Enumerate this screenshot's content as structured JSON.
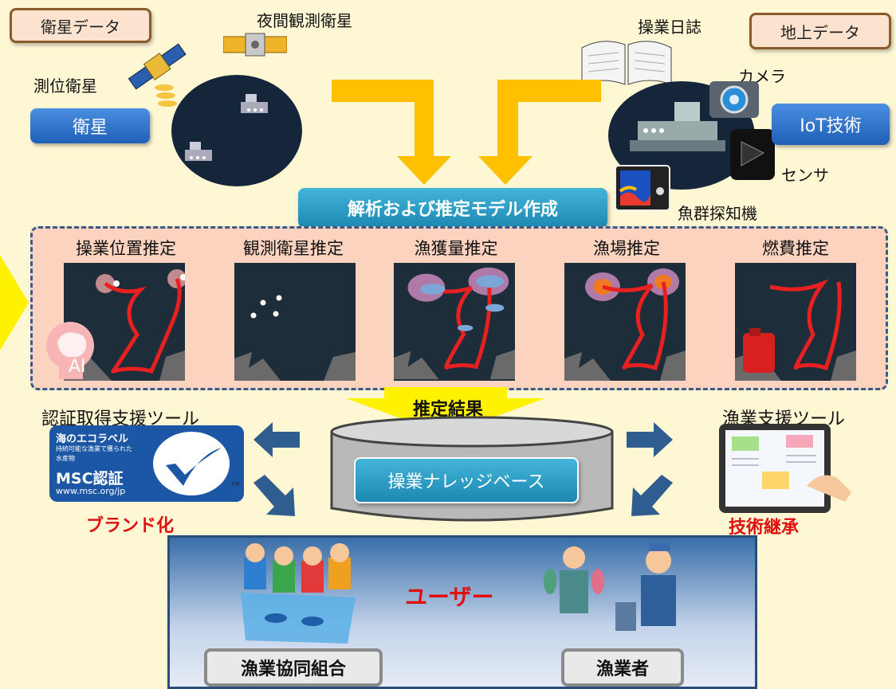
{
  "tags": {
    "satellite_data": "衛星データ",
    "ground_data": "地上データ"
  },
  "labels": {
    "night_sat": "夜間観測衛星",
    "positioning_sat": "測位衛星",
    "logbook": "操業日誌",
    "camera": "カメラ",
    "sensor": "センサ",
    "fish_finder": "魚群探知機",
    "cert_tool": "認証取得支援ツール",
    "fishing_tool": "漁業支援ツール",
    "ai": "AI"
  },
  "buttons": {
    "satellite": "衛星",
    "iot": "IoT技術",
    "analysis": "解析および推定モデル作成",
    "knowledge_base": "操業ナレッジベース",
    "coop": "漁業協同組合",
    "fisherman": "漁業者"
  },
  "estimates": [
    {
      "title": "操業位置推定"
    },
    {
      "title": "観測衛星推定"
    },
    {
      "title": "漁獲量推定"
    },
    {
      "title": "漁場推定"
    },
    {
      "title": "燃費推定"
    }
  ],
  "result_arrow": "推定結果",
  "outcomes": {
    "branding": "ブランド化",
    "tech_transfer": "技術継承"
  },
  "users_title": "ユーザー",
  "msc": {
    "line1": "海のエコラベル",
    "line2": "持続可能な漁業で獲られた",
    "line3": "水産物",
    "cert": "MSC認証",
    "url": "www.msc.org/jp",
    "tm": "TM"
  },
  "colors": {
    "accent_yellow": "#ffc000",
    "arrow_blue": "#2f5d8f",
    "red_text": "#e01010"
  }
}
